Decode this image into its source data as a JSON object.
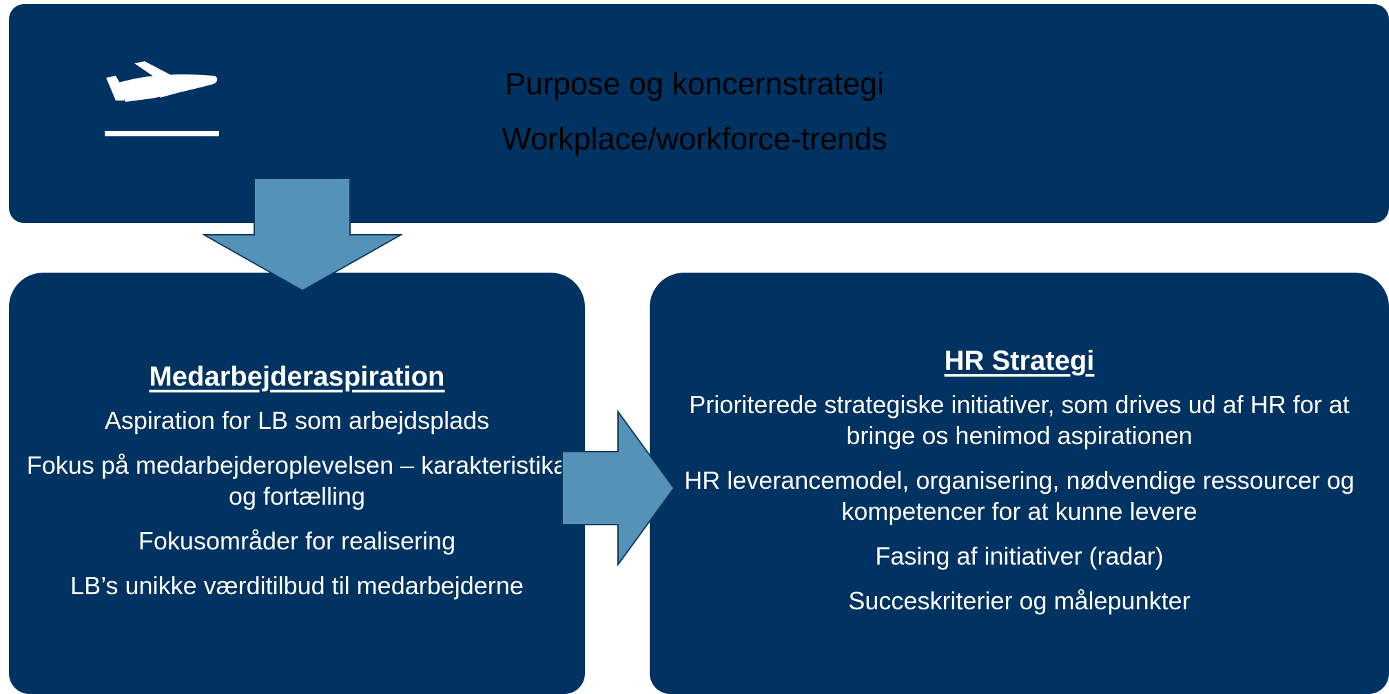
{
  "top_box": {
    "line1": "Purpose og koncernstrategi",
    "line2": "Workplace/workforce-trends",
    "icon": "airplane-departure-icon"
  },
  "left_box": {
    "title": "Medarbejderaspiration",
    "items": [
      "Aspiration for LB som arbejdsplads",
      "Fokus på medarbejderoplevelsen – karakteristika og fortælling",
      "Fokusområder for realisering",
      "LB’s unikke værditilbud til medarbejderne"
    ]
  },
  "right_box": {
    "title": "HR Strategi",
    "items": [
      "Prioriterede strategiske initiativer, som drives ud af HR for at bringe os henimod aspirationen",
      "HR leverancemodel, organisering, nødvendige ressourcer og kompetencer for at kunne levere",
      "Fasing af initiativer (radar)",
      "Succeskriterier og målepunkter"
    ]
  },
  "colors": {
    "box_fill": "#003361",
    "arrow_fill": "#5592b8",
    "text": "#ffffff"
  }
}
